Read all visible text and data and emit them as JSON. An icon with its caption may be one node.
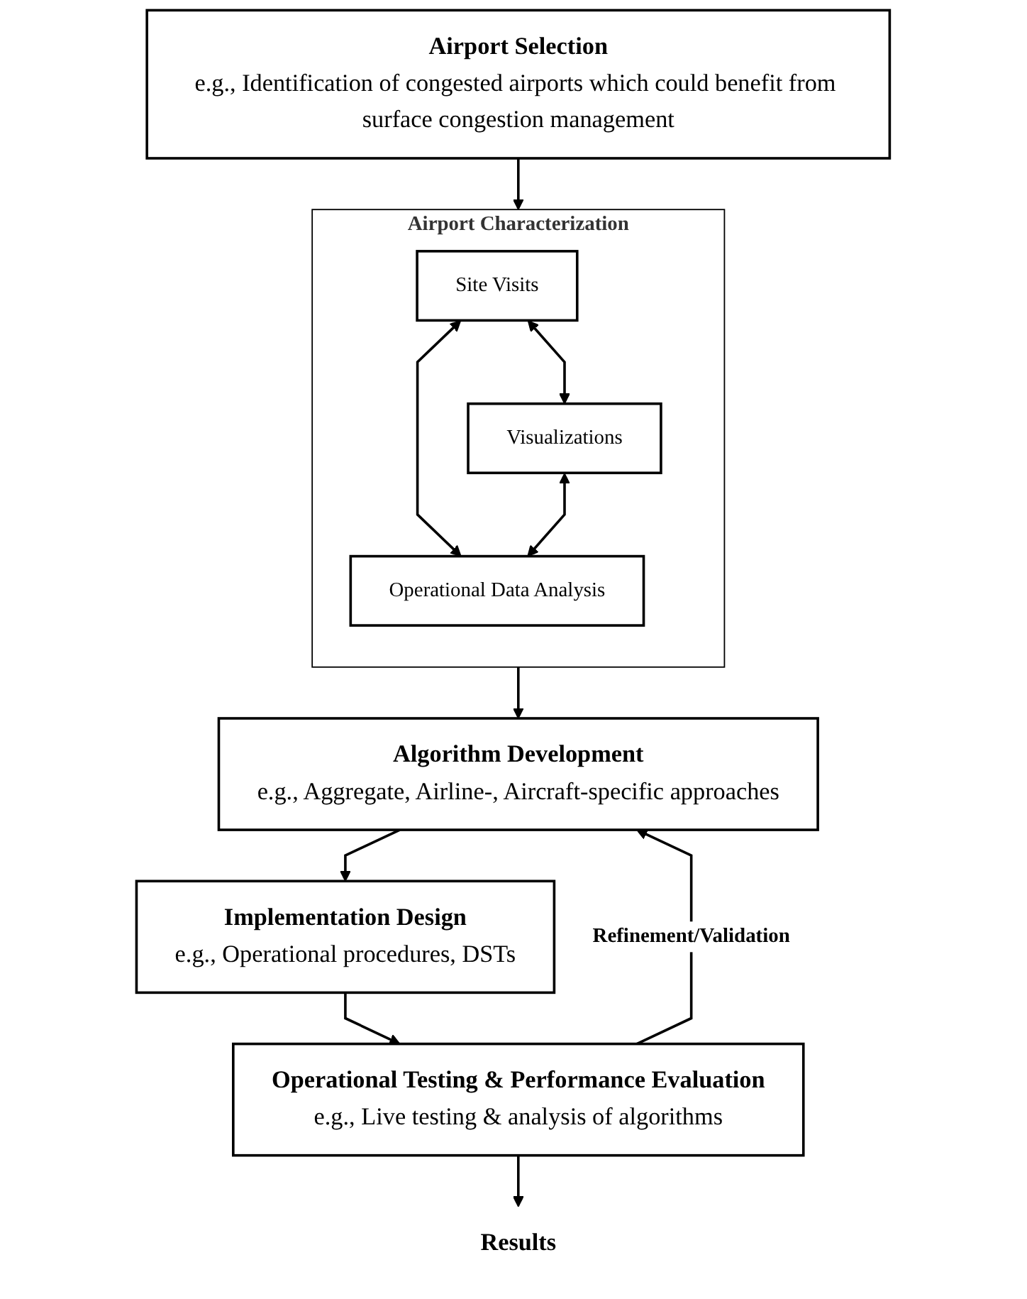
{
  "diagram": {
    "nodes": [
      {
        "text": [
          "Airport Selection",
          "e.g., Identification of congested airports which could benefit from surface congestion management"
        ]
      },
      {
        "text": [
          "Airport Characterization"
        ]
      },
      {
        "text": [
          "Site Visits"
        ],
        "in": 1
      },
      {
        "text": [
          "Visualizations"
        ],
        "in": 1
      },
      {
        "text": [
          "Operational Data Analysis"
        ],
        "in": 1
      },
      {
        "text": [
          "Algorithm Development",
          "e.g., Aggregate, Airline-, Aircraft-specific approaches"
        ]
      },
      {
        "text": [
          "Implementation Design",
          "e.g., Operational procedures, DSTs"
        ]
      },
      {
        "text": [
          "Operational Testing & Performance Evaluation",
          "e.g., Live testing & analysis of algorithms"
        ]
      },
      {
        "text": [
          "Results"
        ]
      }
    ],
    "edges": [
      {
        "from": 0,
        "to": 1,
        "arrow": "to"
      },
      {
        "from": 2,
        "to": 3,
        "arrow": "both"
      },
      {
        "from": 2,
        "to": 4,
        "arrow": "both"
      },
      {
        "from": 3,
        "to": 4,
        "arrow": "both"
      },
      {
        "from": 1,
        "to": 5,
        "arrow": "to"
      },
      {
        "from": 5,
        "to": 6,
        "arrow": "to"
      },
      {
        "from": 6,
        "to": 7,
        "arrow": "to"
      },
      {
        "from": 7,
        "to": 8,
        "arrow": "to"
      },
      {
        "from": 7,
        "to": 5,
        "arrow": "to",
        "label": "Refinement/Validation"
      }
    ]
  }
}
